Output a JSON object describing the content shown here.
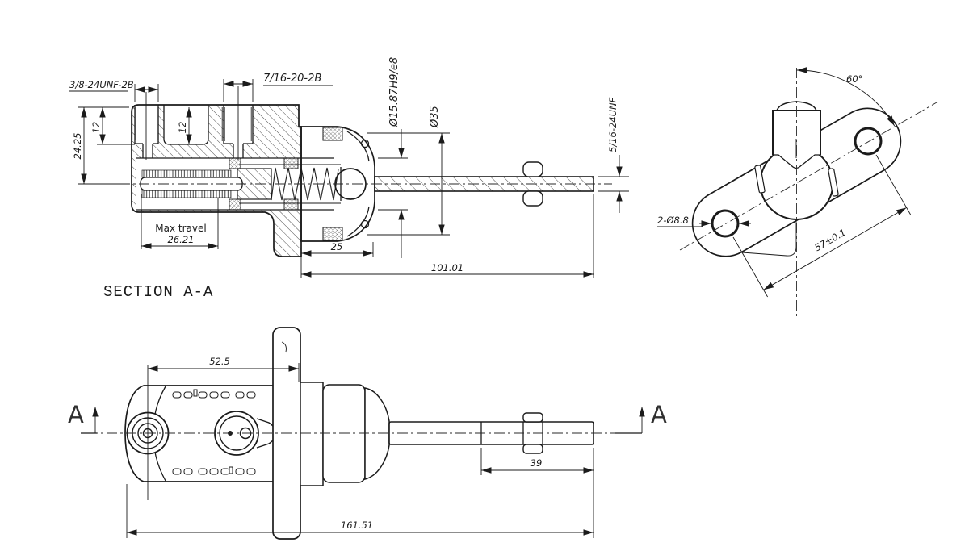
{
  "drawing": {
    "background": "#ffffff",
    "line_color": "#1b1b1b",
    "section_view": {
      "title": "SECTION A-A",
      "port1_thread": "3/8-24UNF-2B",
      "port2_thread": "7/16-20-2B",
      "port1_depth": "12",
      "port2_depth": "12",
      "height_dim": "24.25",
      "max_travel_label": "Max travel",
      "max_travel_value": "26.21",
      "boot_dim": "25",
      "rod_dim": "101.01",
      "bore_dim": "Ø15.87H9/e8",
      "cap_dim": "Ø35",
      "rod_thread": "5/16-24UNF"
    },
    "flange_view": {
      "angle_dim": "60°",
      "hole_dim": "2-Ø8.8",
      "spacing_dim": "57±0.1"
    },
    "side_view": {
      "offset_dim": "52.5",
      "thread_len_dim": "39",
      "overall_dim": "161.51",
      "cutting_plane_left": "A",
      "cutting_plane_right": "A"
    }
  }
}
